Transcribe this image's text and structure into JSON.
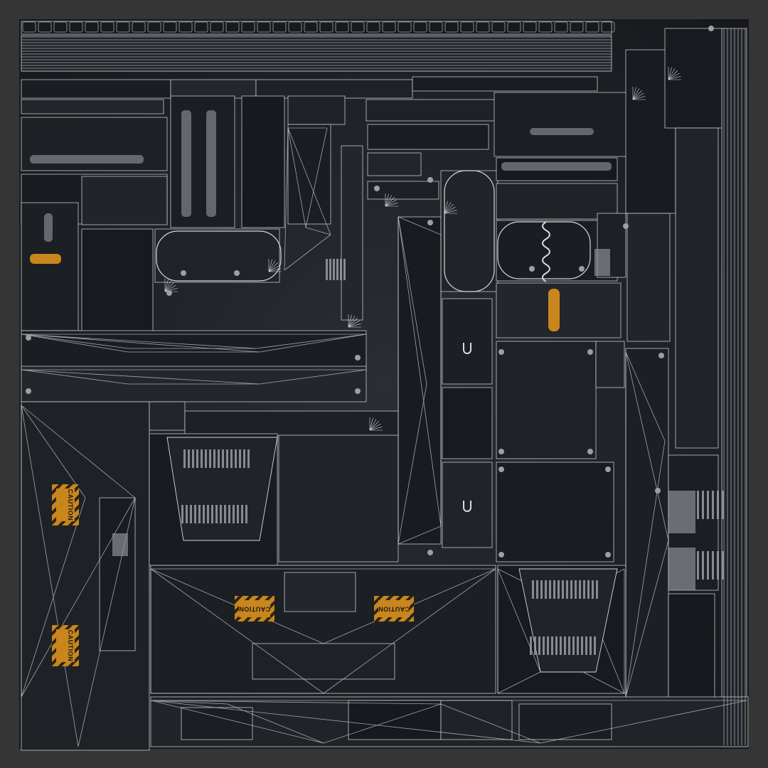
{
  "texture": {
    "background_color": "#353535",
    "panel_color": "#1c1f24",
    "wire_color": "#cfd3d6",
    "accent_orange": "#c9861d",
    "caution_stripe_dark": "#1b1b1b"
  },
  "labels": {
    "caution": "CAUTION"
  },
  "icons": {
    "hazard_pad": "caution-decal",
    "vent": "vent-slots",
    "bolt": "bolt-dot",
    "cable": "coil-cable"
  }
}
